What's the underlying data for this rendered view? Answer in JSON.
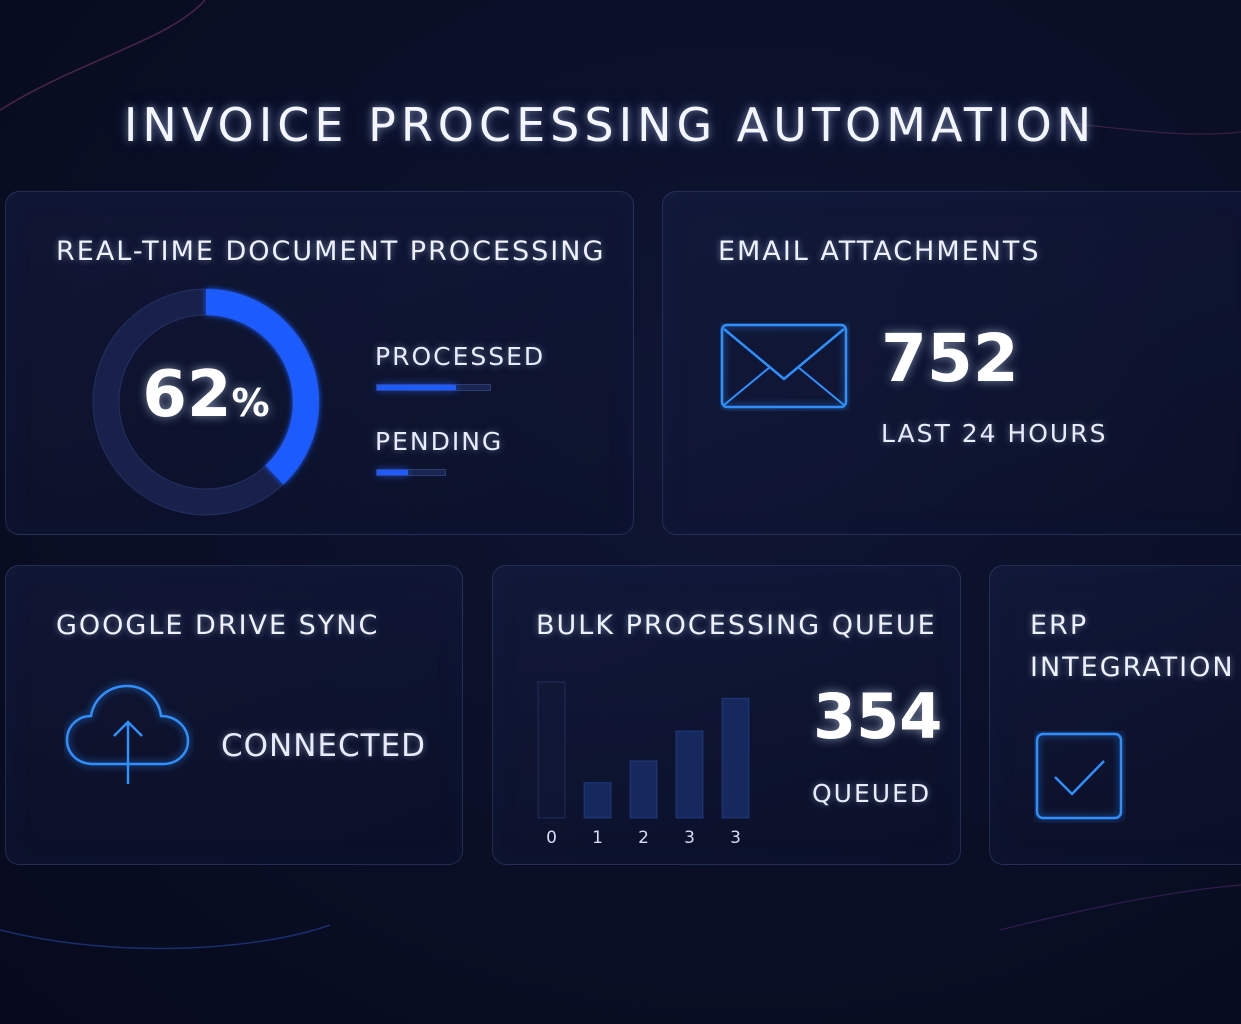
{
  "page": {
    "title": "INVOICE PROCESSING AUTOMATION"
  },
  "colors": {
    "accent": "#1f5bff",
    "icon_outline": "#2f8fff",
    "bar": "#15295f",
    "background": "#0a0f26"
  },
  "document_processing": {
    "title": "REAL-TIME DOCUMENT PROCESSING",
    "percent_value": "62",
    "percent_sign": "%",
    "progress": 0.38,
    "processed_label": "PROCESSED",
    "processed_fraction": 0.7,
    "pending_label": "PENDING",
    "pending_fraction": 0.45
  },
  "email": {
    "title": "EMAIL ATTACHMENTS",
    "icon": "envelope-icon",
    "count": "752",
    "period": "LAST 24 HOURS"
  },
  "drive": {
    "title": "GOOGLE DRIVE SYNC",
    "icon": "cloud-upload-icon",
    "status": "CONNECTED"
  },
  "bulk_queue": {
    "title": "BULK PROCESSING QUEUE",
    "count": "354",
    "label": "QUEUED"
  },
  "erp": {
    "title_line1": "ERP",
    "title_line2": "INTEGRATION",
    "icon": "checkbox-check-icon"
  },
  "chart_data": {
    "type": "bar",
    "categories": [
      "0",
      "1",
      "2",
      "3",
      "3"
    ],
    "values": [
      1.0,
      0.26,
      0.42,
      0.64,
      0.88
    ],
    "title": "",
    "xlabel": "",
    "ylabel": "",
    "ylim": [
      0,
      1
    ],
    "grid": false
  }
}
